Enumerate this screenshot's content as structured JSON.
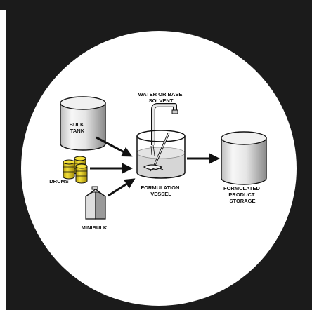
{
  "colors": {
    "frame": "#1b1b1b",
    "circle": "#ffffff",
    "ink": "#111111",
    "drum_yellow": "#e8d21a",
    "metal_light": "#f2f2f2",
    "metal_dark": "#8a8a8a",
    "liquid": "#d6d6d6"
  },
  "labels": {
    "bulk_tank": [
      "BULK",
      "TANK"
    ],
    "drums": "DRUMS",
    "minibulk": "MINIBULK",
    "water_solvent": [
      "WATER OR BASE",
      "SOLVENT"
    ],
    "formulation_vessel": [
      "FORMULATION",
      "VESSEL"
    ],
    "product_storage": [
      "FORMULATED",
      "PRODUCT",
      "STORAGE"
    ]
  },
  "icons": [
    "bulk-tank-icon",
    "drums-icon",
    "minibulk-bin-icon",
    "water-tap-icon",
    "mixing-vessel-icon",
    "storage-tank-icon",
    "arrow-icon"
  ]
}
